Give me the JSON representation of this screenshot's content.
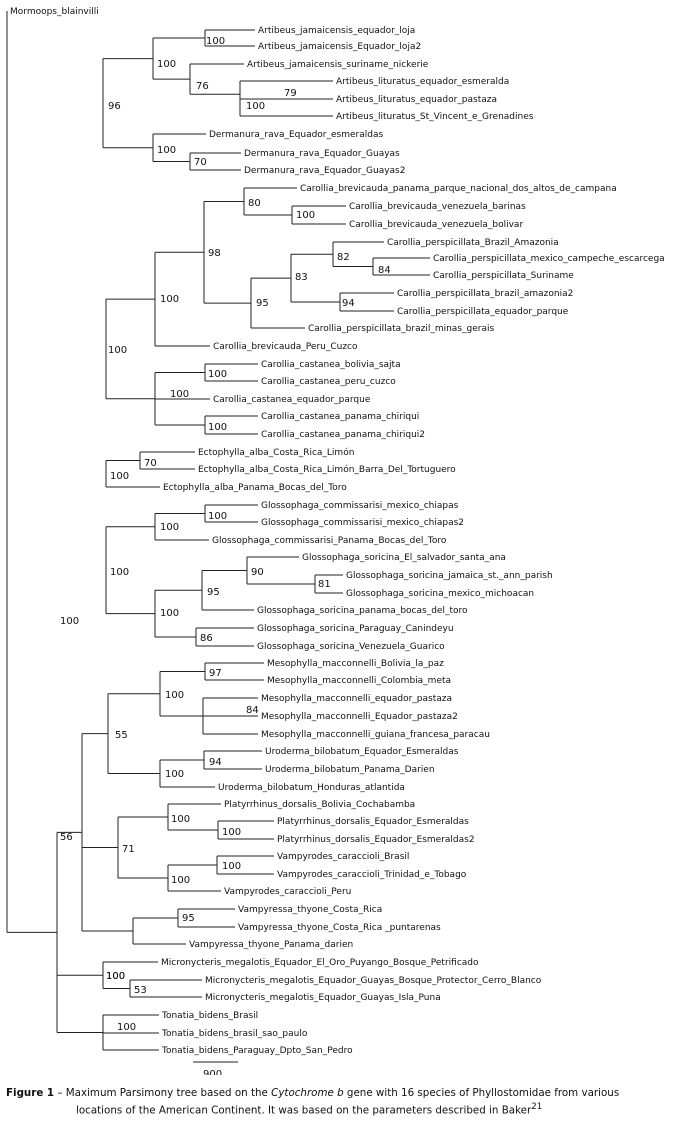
{
  "tree": {
    "leaves": [
      "Mormoops_blainvilli",
      "Artibeus_jamaicensis_equador_loja",
      "Artibeus_jamaicensis_Equador_loja2",
      "Artibeus_jamaicensis_suriname_nickerie",
      "Artibeus_lituratus_equador_esmeralda",
      "Artibeus_lituratus_equador_pastaza",
      "Artibeus_lituratus_St_Vincent_e_Grenadines",
      "Dermanura_rava_Equador_esmeraldas",
      "Dermanura_rava_Equador_Guayas",
      "Dermanura_rava_Equador_Guayas2",
      "Carollia_brevicauda_panama_parque_nacional_dos_altos_de_campana",
      "Carollia_brevicauda_venezuela_barinas",
      "Carollia_brevicauda_venezuela_bolivar",
      "Carollia_perspicillata_Brazil_Amazonia",
      "Carollia_perspicillata_mexico_campeche_escarcega",
      "Carollia_perspicillata_Suriname",
      "Carollia_perspicillata_brazil_amazonia2",
      "Carollia_perspicillata_equador_parque",
      "Carollia_perspicillata_brazil_minas_gerais",
      "Carollia_brevicauda_Peru_Cuzco",
      "Carollia_castanea_bolivia_sajta",
      "Carollia_castanea_peru_cuzco",
      "Carollia_castanea_equador_parque",
      "Carollia_castanea_panama_chiriqui",
      "Carollia_castanea_panama_chiriqui2",
      "Ectophylla_alba_Costa_Rica_Limón",
      "Ectophylla_alba_Costa_Rica_Limón_Barra_Del_Tortuguero",
      "Ectophylla_alba_Panama_Bocas_del_Toro",
      "Glossophaga_commissarisi_mexico_chiapas",
      "Glossophaga_commissarisi_mexico_chiapas2",
      "Glossophaga_commissarisi_Panama_Bocas_del_Toro",
      "Glossophaga_soricina_El_salvador_santa_ana",
      "Glossophaga_soricina_jamaica_st._ann_parish",
      "Glossophaga_soricina_mexico_michoacan",
      "Glossophaga_soricina_panama_bocas_del_toro",
      "Glossophaga_soricina_Paraguay_Canindeyu",
      "Glossophaga_soricina_Venezuela_Guarico",
      "Mesophylla_macconnelli_Bolivia_la_paz",
      "Mesophylla_macconnelli_Colombia_meta",
      "Mesophylla_macconnelli_equador_pastaza",
      "Mesophylla_macconnelli_Equador_pastaza2",
      "Mesophylla_macconnelli_guiana_francesa_paracau",
      "Uroderma_bilobatum_Equador_Esmeraldas",
      "Uroderma_bilobatum_Panama_Darien",
      "Uroderma_bilobatum_Honduras_atlantida",
      "Platyrrhinus_dorsalis_Bolivia_Cochabamba",
      "Platyrrhinus_dorsalis_Equador_Esmeraldas",
      "Platyrrhinus_dorsalis_Equador_Esmeraldas2",
      "Vampyrodes_caraccioli_Brasil",
      "Vampyrodes_caraccioli_Trinidad_e_Tobago",
      "Vampyrodes_caraccioli_Peru",
      "Vampyressa_thyone_Costa_Rica",
      "Vampyressa_thyone_Costa_Rica _puntarenas",
      "Vampyressa_thyone_Panama_darien",
      "Micronycteris_megalotis_Equador_El_Oro_Puyango_Bosque_Petrificado",
      "Micronycteris_megalotis_Equador_Guayas_Bosque_Protector_Cerro_Blanco",
      "Micronycteris_megalotis_Equador_Guayas_Isla_Puna",
      "Tonatia_bidens_Brasil",
      "Tonatia_bidens_brasil_sao_paulo",
      "Tonatia_bidens_Paraguay_Dpto_San_Pedro"
    ],
    "supports": [
      "100",
      "76",
      "79",
      "100",
      "100",
      "96",
      "70",
      "100",
      "80",
      "100",
      "98",
      "82",
      "84",
      "83",
      "95",
      "94",
      "100",
      "100",
      "100",
      "100",
      "100",
      "70",
      "100",
      "100",
      "100",
      "90",
      "81",
      "95",
      "86",
      "100",
      "100",
      "97",
      "84",
      "100",
      "94",
      "100",
      "55",
      "100",
      "100",
      "100",
      "71",
      "100",
      "95",
      "56",
      "53",
      "100",
      "100",
      "100"
    ],
    "scale_label": "900"
  },
  "caption": {
    "figure_label": "Figure 1",
    "text_before_italic": " – Maximum Parsimony tree based on the ",
    "italic": "Cytochrome b",
    "text_after_italic": " gene with 16 species of Phyllostomidae from various",
    "line2": "locations of the American Continent. It was based on the parameters described in Baker",
    "superscript": "21"
  }
}
